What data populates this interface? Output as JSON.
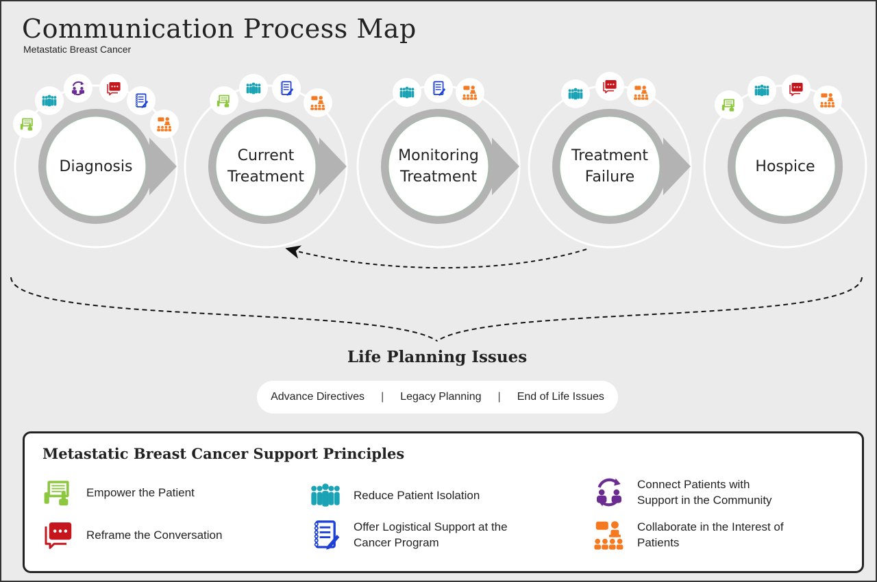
{
  "header": {
    "title": "Communication Process Map",
    "subtitle": "Metastatic Breast Cancer"
  },
  "stages": [
    {
      "label": "Diagnosis",
      "icons": [
        "empower-icon",
        "isolation-icon",
        "connect-icon",
        "reframe-icon",
        "logistics-icon",
        "collaborate-icon"
      ]
    },
    {
      "label": "Current\nTreatment",
      "icons": [
        "empower-icon",
        "isolation-icon",
        "logistics-icon",
        "collaborate-icon"
      ]
    },
    {
      "label": "Monitoring\nTreatment",
      "icons": [
        "isolation-icon",
        "logistics-icon",
        "collaborate-icon"
      ]
    },
    {
      "label": "Treatment\nFailure",
      "icons": [
        "isolation-icon",
        "reframe-icon",
        "collaborate-icon"
      ]
    },
    {
      "label": "Hospice",
      "icons": [
        "empower-icon",
        "isolation-icon",
        "reframe-icon",
        "collaborate-icon"
      ]
    }
  ],
  "life_planning": {
    "title": "Life Planning Issues",
    "items": [
      "Advance Directives",
      "Legacy Planning",
      "End of Life Issues"
    ],
    "separator": "|"
  },
  "principles": {
    "title": "Metastatic Breast Cancer Support Principles",
    "items": [
      {
        "icon": "empower-icon",
        "label": "Empower the Patient"
      },
      {
        "icon": "reframe-icon",
        "label": "Reframe the Conversation"
      },
      {
        "icon": "isolation-icon",
        "label": "Reduce Patient Isolation"
      },
      {
        "icon": "logistics-icon",
        "label": "Offer Logistical Support at the\nCancer Program"
      },
      {
        "icon": "connect-icon",
        "label": "Connect Patients with\nSupport in the Community"
      },
      {
        "icon": "collaborate-icon",
        "label": "Collaborate in the Interest of\nPatients"
      }
    ]
  },
  "colors": {
    "empower": "#8dc63f",
    "isolation": "#1aa3b5",
    "connect": "#6b2c91",
    "reframe": "#c4161c",
    "logistics": "#1c3fd6",
    "collaborate": "#f47920"
  }
}
